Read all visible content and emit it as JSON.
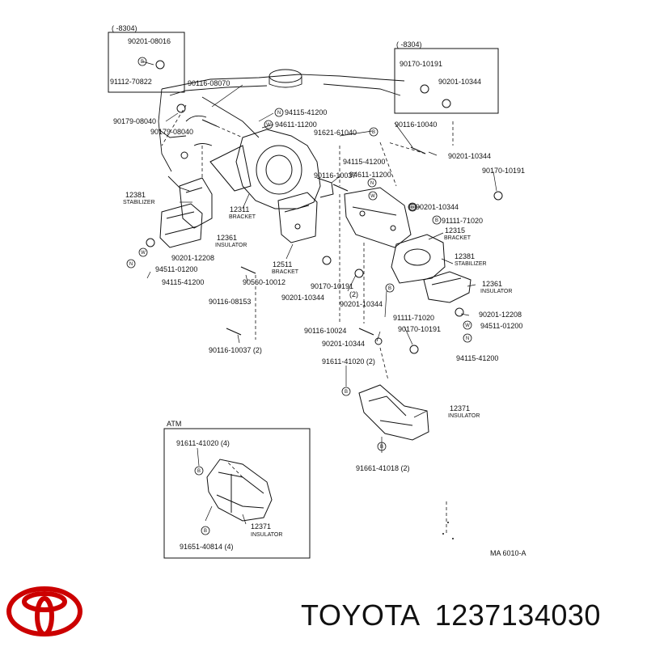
{
  "diagram": {
    "top_left_group": {
      "range": "(      -8304)",
      "parts": [
        "90201-08016",
        "91112-70822"
      ]
    },
    "top_right_group": {
      "range": "(      -8304)",
      "parts": [
        "90170-10191",
        "90201-10344"
      ]
    },
    "callouts": [
      {
        "id": "c1",
        "text": "90116-08070"
      },
      {
        "id": "c2",
        "text": "90179-08040"
      },
      {
        "id": "c3",
        "text": "90179-08040"
      },
      {
        "id": "c4",
        "text": "94115-41200"
      },
      {
        "id": "c5",
        "text": "94611-11200"
      },
      {
        "id": "c6",
        "text": "91621-61040"
      },
      {
        "id": "c7",
        "text": "90116-10040"
      },
      {
        "id": "c8",
        "text": "90201-10344"
      },
      {
        "id": "c9",
        "text": "90170-10191"
      },
      {
        "id": "c10",
        "text": "94115-41200"
      },
      {
        "id": "c11",
        "text": "94611-11200"
      },
      {
        "id": "c12",
        "text": "90116-10037"
      },
      {
        "id": "c13",
        "text": "12381",
        "sub": "STABILIZER"
      },
      {
        "id": "c14",
        "text": "12311",
        "sub": "BRACKET"
      },
      {
        "id": "c15",
        "text": "90201-10344"
      },
      {
        "id": "c16",
        "text": "91111-71020"
      },
      {
        "id": "c17",
        "text": "12315",
        "sub": "BRACKET"
      },
      {
        "id": "c18",
        "text": "12361",
        "sub": "INSULATOR"
      },
      {
        "id": "c19",
        "text": "90201-12208"
      },
      {
        "id": "c20",
        "text": "94511-01200"
      },
      {
        "id": "c21",
        "text": "94115-41200"
      },
      {
        "id": "c22",
        "text": "12511",
        "sub": "BRACKET"
      },
      {
        "id": "c23",
        "text": "90560-10012"
      },
      {
        "id": "c24",
        "text": "90170-10191"
      },
      {
        "id": "c25",
        "text": "(2)"
      },
      {
        "id": "c26",
        "text": "90201-10344"
      },
      {
        "id": "c27",
        "text": "90201-10344"
      },
      {
        "id": "c28",
        "text": "12381",
        "sub": "STABILIZER"
      },
      {
        "id": "c29",
        "text": "12361",
        "sub": "INSULATOR"
      },
      {
        "id": "c30",
        "text": "90116-08153"
      },
      {
        "id": "c31",
        "text": "91111-71020"
      },
      {
        "id": "c32",
        "text": "90201-12208"
      },
      {
        "id": "c33",
        "text": "94511-01200"
      },
      {
        "id": "c34",
        "text": "90116-10024"
      },
      {
        "id": "c35",
        "text": "90170-10191"
      },
      {
        "id": "c36",
        "text": "90201-10344"
      },
      {
        "id": "c37",
        "text": "94115-41200"
      },
      {
        "id": "c38",
        "text": "90116-10037 (2)"
      },
      {
        "id": "c39",
        "text": "91611-41020 (2)"
      },
      {
        "id": "c40",
        "text": "12371",
        "sub": "INSULATOR"
      },
      {
        "id": "c41",
        "text": "91661-41018 (2)"
      }
    ],
    "atm_box": {
      "title": "ATM",
      "parts": [
        {
          "text": "91611-41020 (4)"
        },
        {
          "text": "12371",
          "sub": "INSULATOR"
        },
        {
          "text": "91651-40814 (4)"
        }
      ]
    },
    "symbols": {
      "n": "N",
      "w": "W",
      "b": "B"
    },
    "ref_code": "MA  6010-A"
  },
  "footer": {
    "brand": "TOYOTA",
    "part_number": "1237134030",
    "logo_color": "#cc0000"
  }
}
